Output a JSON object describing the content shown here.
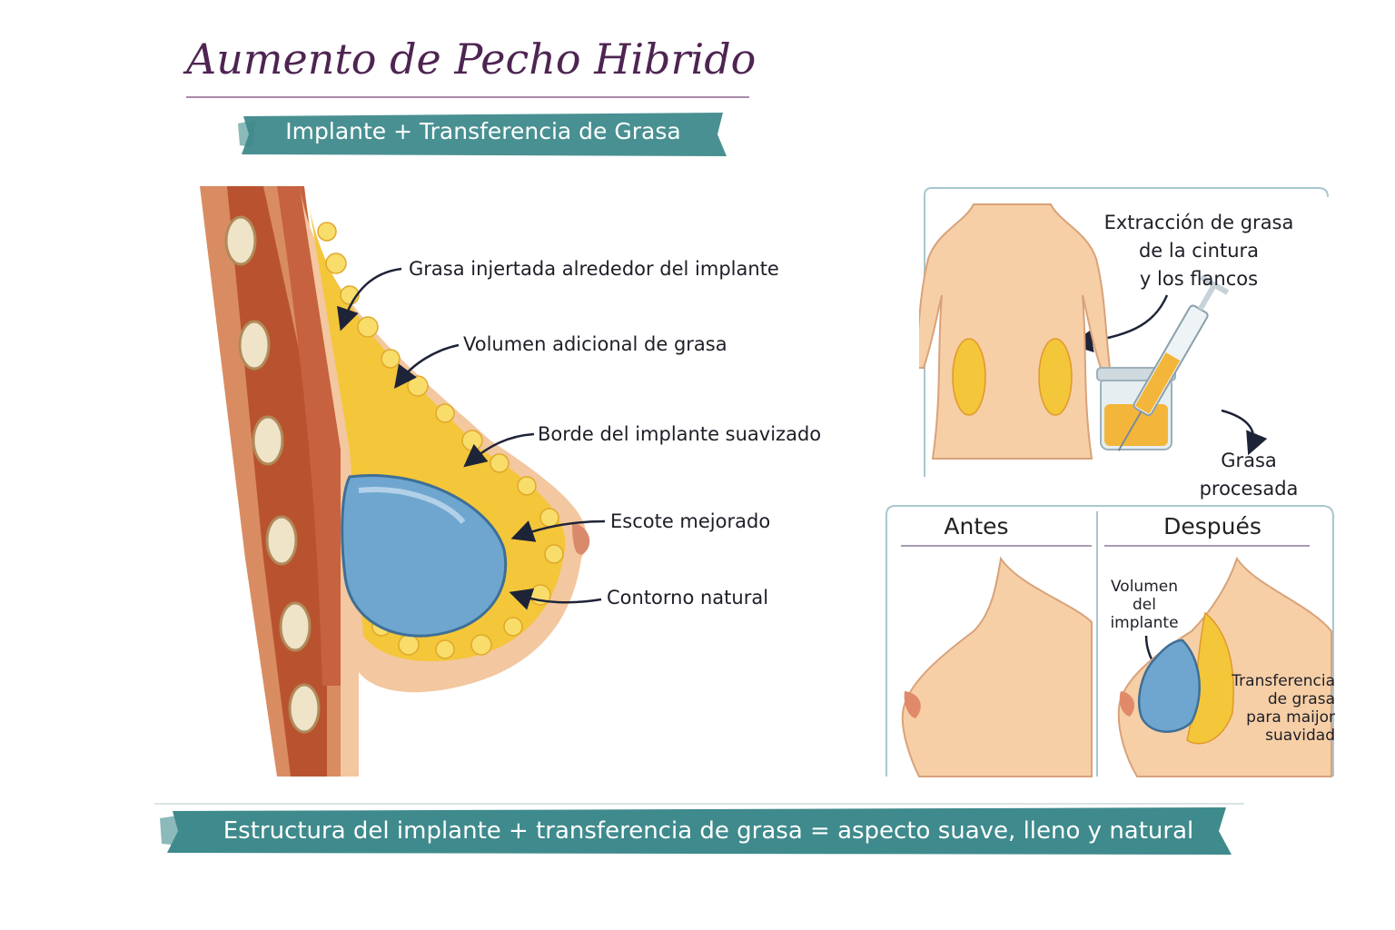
{
  "header": {
    "title": "Aumento de Pecho Hibrido",
    "subtitle": "Implante + Transferencia de Grasa"
  },
  "cross_section": {
    "labels": [
      "Grasa injertada alrededor del implante",
      "Volumen adicional de grasa",
      "Borde del implante suavizado",
      "Escote mejorado",
      "Contorno natural"
    ]
  },
  "harvest_panel": {
    "extraction_label": [
      "Extracción de grasa",
      "de la cintura",
      "y los flancos"
    ],
    "processed_label": [
      "Grasa",
      "procesada"
    ]
  },
  "comparison_panel": {
    "before_label": "Antes",
    "after_label": "Después",
    "implant_label": [
      "Volumen",
      "del",
      "implante"
    ],
    "fat_label": [
      "Transferencia",
      "de grasa",
      "para maijor",
      "suavidad"
    ]
  },
  "footer": {
    "summary": "Estructura del implante + transferencia de grasa = aspecto suave, lleno y natural"
  },
  "colors": {
    "title_purple": "#4e2452",
    "teal_banner": "#3f8a8c",
    "implant_blue": "#6fa6cf",
    "fat_yellow": "#f4c63a",
    "muscle_red": "#c0563a",
    "skin": "#f6cfa6"
  }
}
